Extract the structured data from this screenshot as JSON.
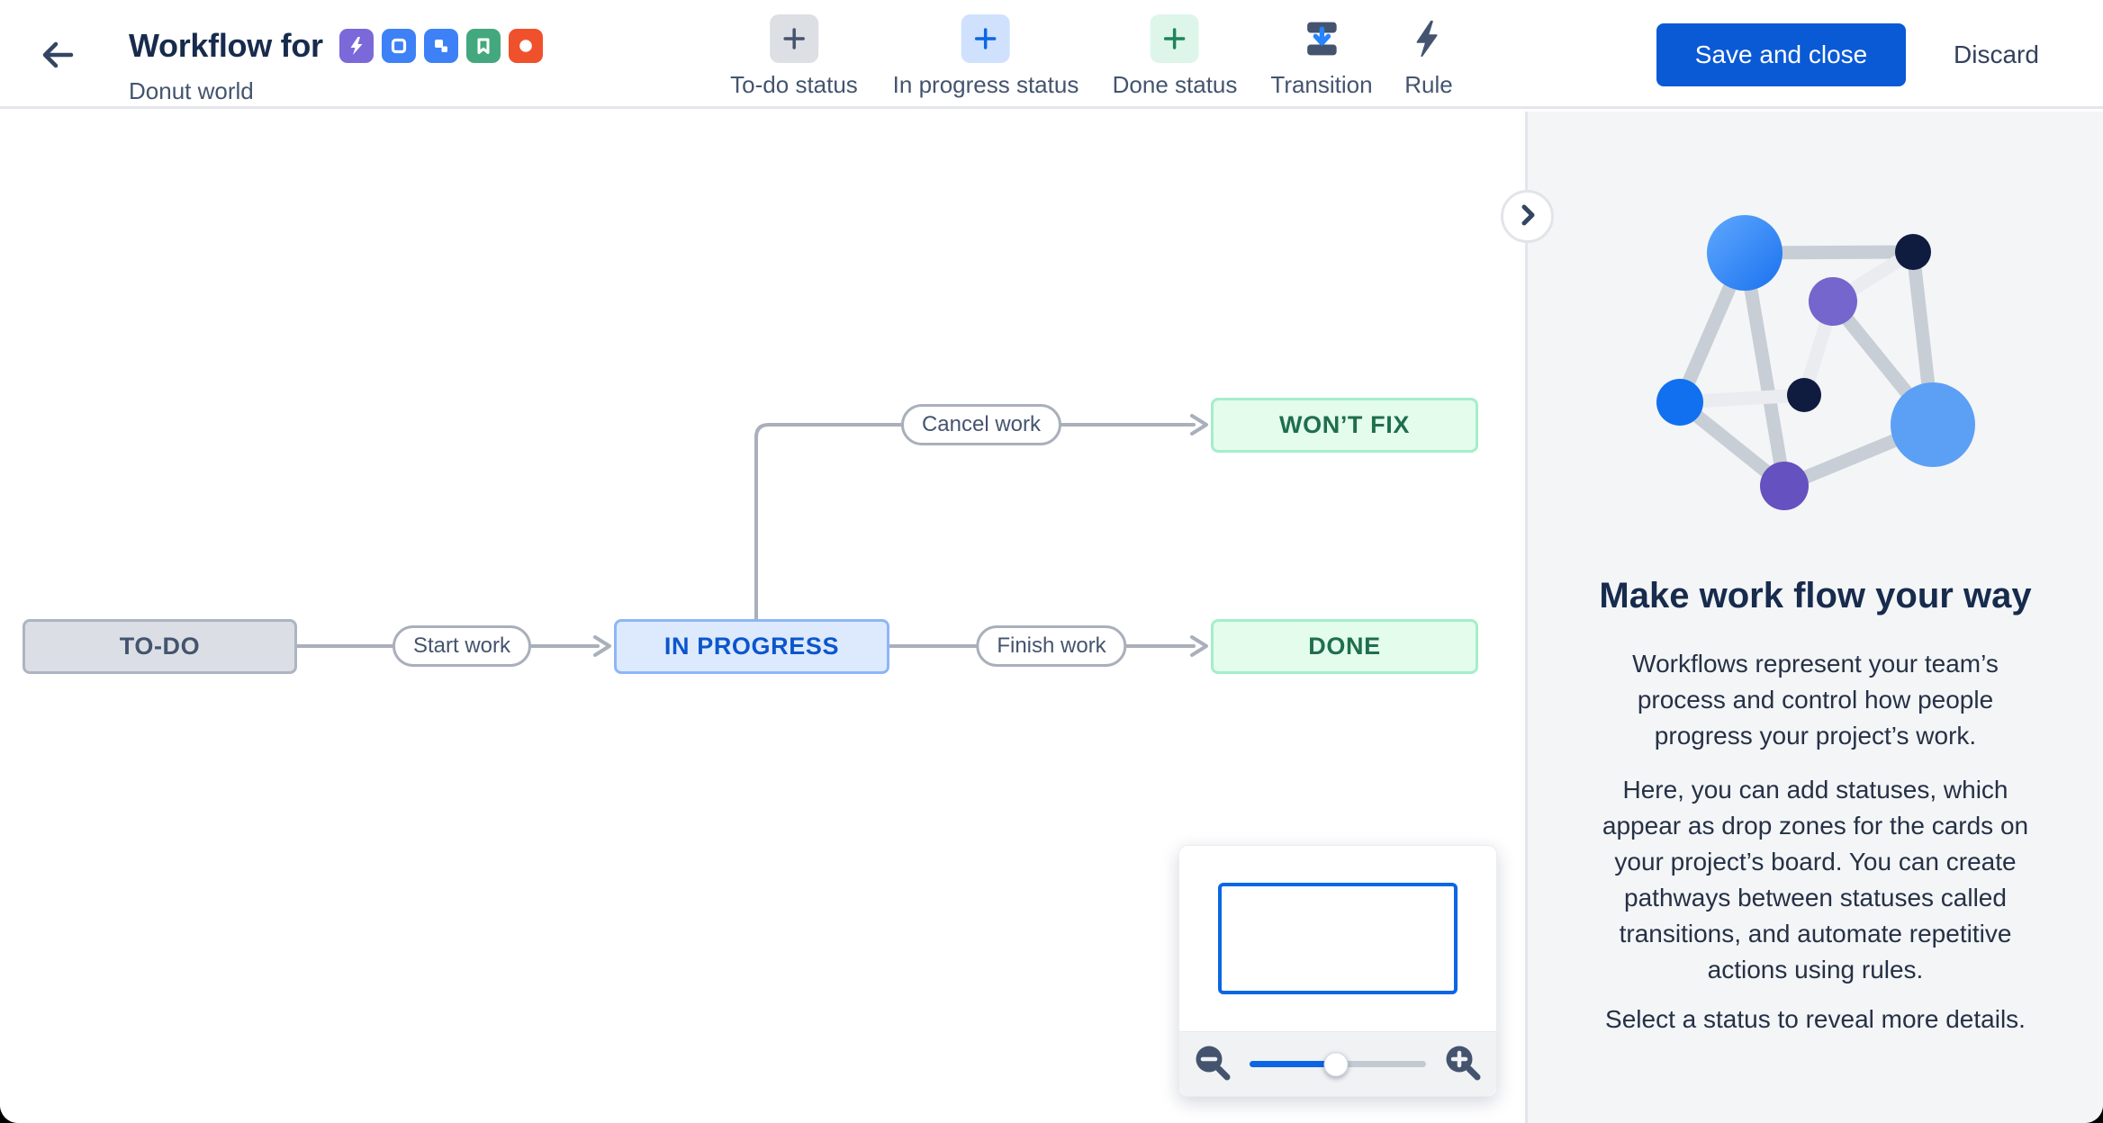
{
  "app": {
    "accent_blue": "#0A5AD6"
  },
  "header": {
    "title": "Workflow for",
    "subtitle": "Donut world",
    "issue_types": [
      {
        "name": "epic-bolt-icon",
        "color": "#7B68D9"
      },
      {
        "name": "task-icon",
        "color": "#3E81F6"
      },
      {
        "name": "subtask-icon",
        "color": "#3E81F6"
      },
      {
        "name": "story-icon",
        "color": "#43A87D"
      },
      {
        "name": "bug-icon",
        "color": "#F0512D"
      }
    ],
    "toolbar": [
      {
        "label": "To-do status",
        "icon": "add-status-plus",
        "icon_bg": "#DCDFE4",
        "icon_color": "#44546F"
      },
      {
        "label": "In progress status",
        "icon": "add-status-plus",
        "icon_bg": "#CFE1FD",
        "icon_color": "#0C66E4"
      },
      {
        "label": "Done status",
        "icon": "add-status-plus",
        "icon_bg": "#DDF6E9",
        "icon_color": "#1F845A"
      },
      {
        "label": "Transition",
        "icon": "transition",
        "icon_color": "#44546F",
        "arrow_color": "#2684FF"
      },
      {
        "label": "Rule",
        "icon": "rule-bolt",
        "icon_color": "#44546F"
      }
    ],
    "save_button": "Save and close",
    "discard_button": "Discard"
  },
  "workflow": {
    "statuses": [
      {
        "label": "TO-DO",
        "bg": "#DBDFE5",
        "border": "#ADB5C2",
        "text": "#44546E"
      },
      {
        "label": "IN PROGRESS",
        "bg": "#DDEAFE",
        "border": "#8EB6F7",
        "text": "#0B56CC"
      },
      {
        "label": "DONE",
        "bg": "#E3FCEC",
        "border": "#A5EEC9",
        "text": "#1F6E4E"
      },
      {
        "label": "WON’T FIX",
        "bg": "#E3FCEC",
        "border": "#A5EEC9",
        "text": "#1F6E4E"
      }
    ],
    "transitions": [
      {
        "label": "Start work"
      },
      {
        "label": "Finish work"
      },
      {
        "label": "Cancel work"
      }
    ]
  },
  "minimap": {
    "slider_position": "49%",
    "viewport_border": "#0C66E4"
  },
  "sidebar": {
    "heading": "Make work flow your way",
    "paragraphs": [
      "Workflows represent your team’s process and control how people progress your project’s work.",
      "Here, you can add statuses, which appear as drop zones for the cards on your project’s board. You can create pathways between statuses called transitions, and automate repetitive actions using rules.",
      "Select a status to reveal more details."
    ]
  }
}
